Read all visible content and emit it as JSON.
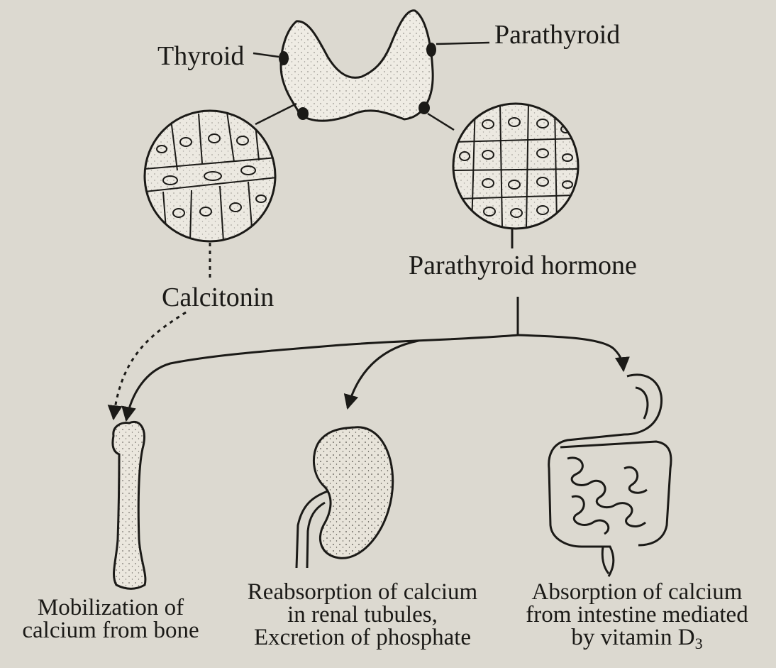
{
  "labels": {
    "thyroid": "Thyroid",
    "parathyroid": "Parathyroid",
    "calcitonin": "Calcitonin",
    "parathyroid_hormone": "Parathyroid hormone"
  },
  "captions": {
    "bone": {
      "line1": "Mobilization of",
      "line2": "calcium from bone"
    },
    "kidney": {
      "line1": "Reabsorption of calcium",
      "line2": "in renal tubules,",
      "line3": "Excretion of phosphate"
    },
    "intestine": {
      "line1": "Absorption of calcium",
      "line2": "from intestine mediated",
      "line3_text": "by vitamin D",
      "line3_sub": "3"
    }
  },
  "colors": {
    "paper": "#dcd9d0",
    "ink": "#1b1a17",
    "tissue": "#ece9e1"
  }
}
